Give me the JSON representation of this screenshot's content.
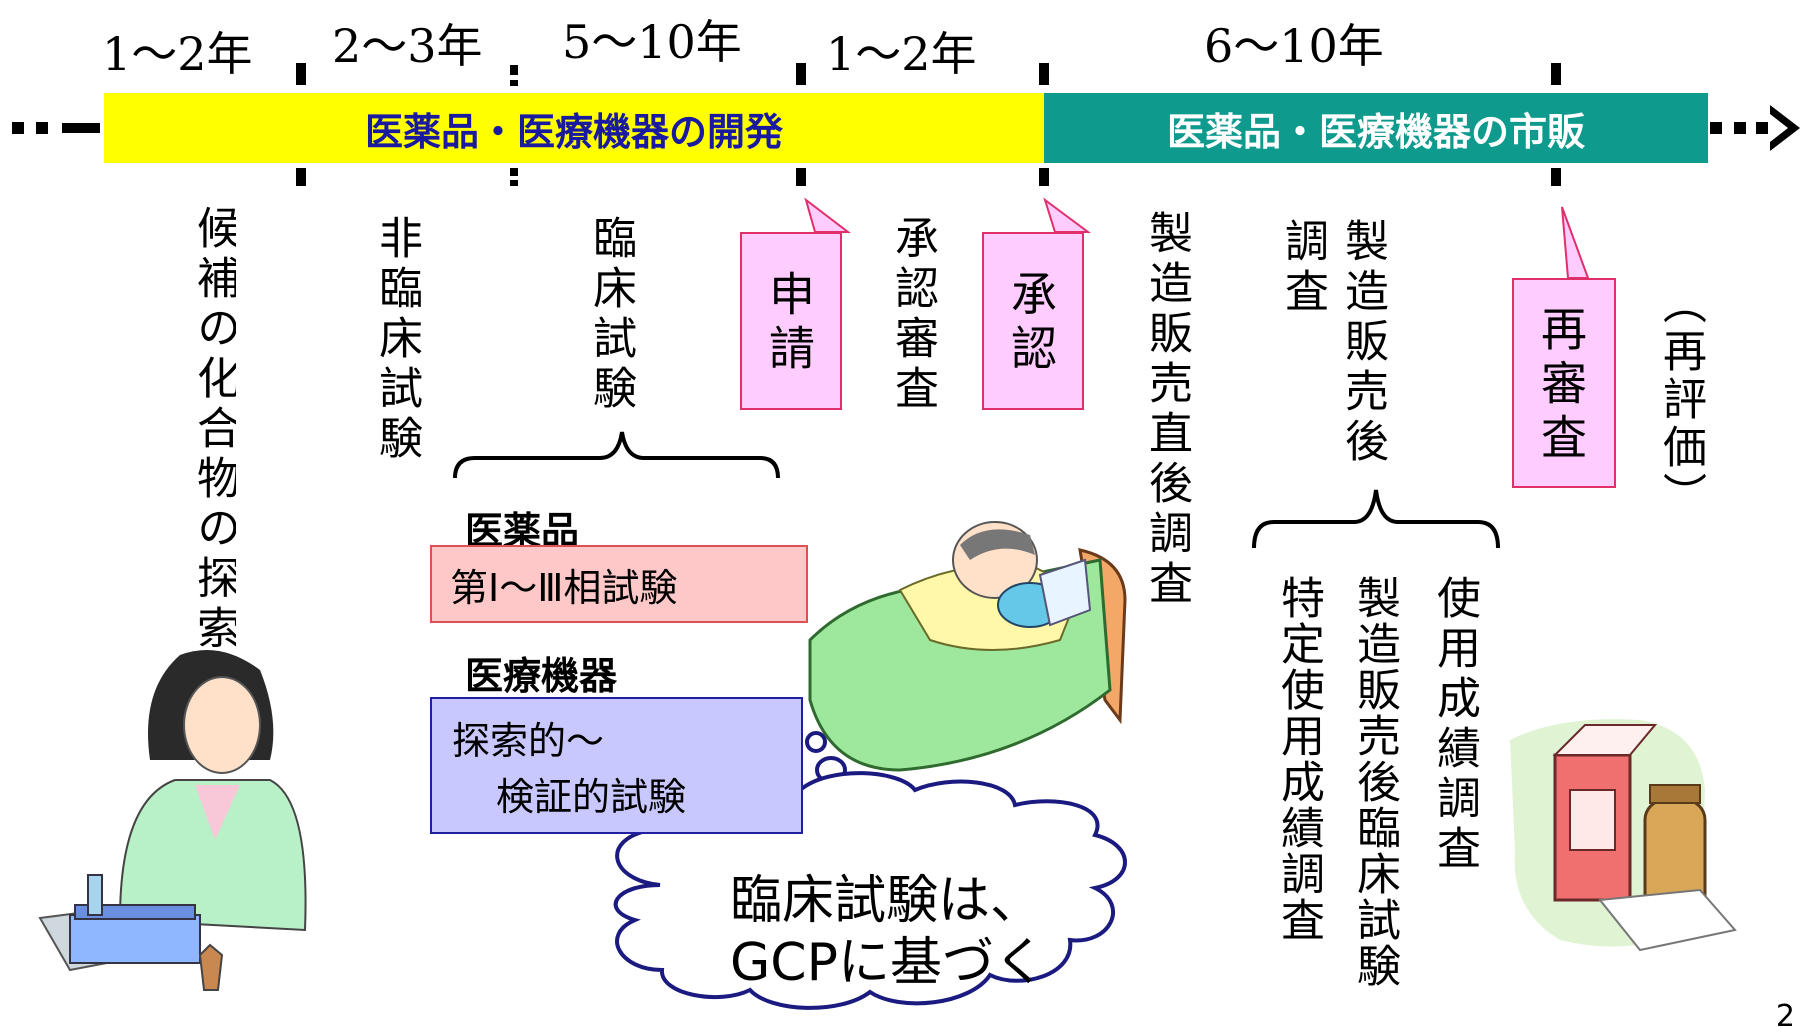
{
  "durations": [
    "1〜2年",
    "2〜3年",
    "5〜10年",
    "1〜2年",
    "6〜10年"
  ],
  "bars": {
    "development": "医薬品・医療機器の開発",
    "market": "医薬品・医療機器の市販",
    "development_color": "#ffff00",
    "market_color": "#0f9a8e",
    "development_text_color": "#1a1aa0",
    "market_text_color": "#ffffff"
  },
  "stages": {
    "discovery": "候補の化合物の探索",
    "nonclinical": "非臨床試験",
    "clinical": "臨床試験",
    "review": "承認審査",
    "post_marketing_immediate": "製造販売直後調査",
    "post_marketing_survey_col1": "製造販売後",
    "post_marketing_survey_col2": "調査",
    "reevaluation": "（再評価）",
    "survey_use": "使用成績調査",
    "survey_clinical": "製造販売後臨床試験",
    "survey_specific": "特定使用成績調査"
  },
  "callouts": {
    "application": "申請",
    "approval": "承認",
    "re_examination": "再審査",
    "fill_color": "#ffccff",
    "border_color": "#e0306a"
  },
  "clinical_detail": {
    "drug_label": "医薬品",
    "drug_phase": "第Ⅰ〜Ⅲ相試験",
    "device_label": "医療機器",
    "device_phase_line1": "探索的〜",
    "device_phase_line2": "検証的試験",
    "drug_box_color": "#ffc8c8",
    "drug_box_border": "#e05050",
    "device_box_color": "#c8c8ff",
    "device_box_border": "#2020a0"
  },
  "cloud": {
    "line1": "臨床試験は、",
    "line2": "GCPに基づく"
  },
  "page_number": "2"
}
